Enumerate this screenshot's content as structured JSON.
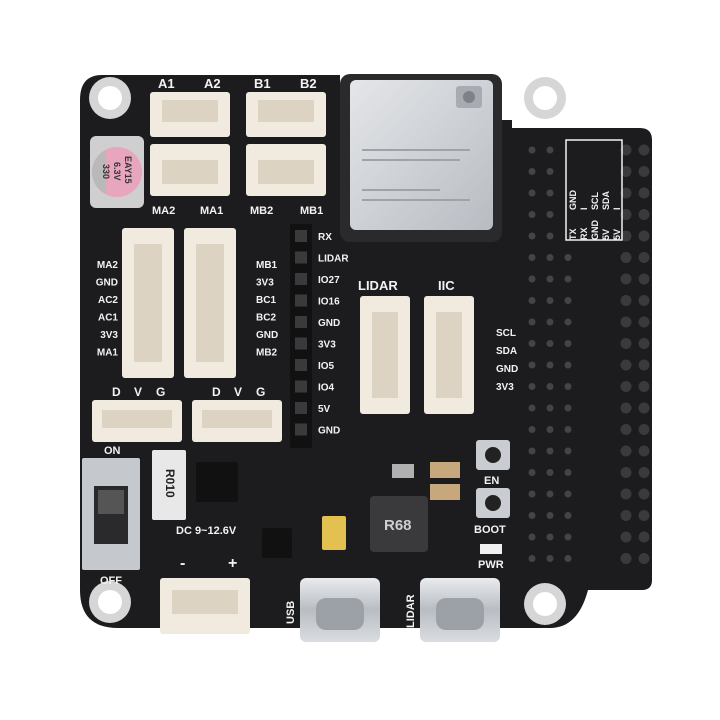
{
  "board": {
    "colors": {
      "pcb": "#1c1c1e",
      "silk": "#f2f2f2",
      "connector": "#f1ebdf",
      "metal": "#c9ccd1",
      "module": "#cfd2d6",
      "cap": "#e7a6bd"
    },
    "motor_top": {
      "a1": "A1",
      "a2": "A2",
      "b1": "B1",
      "b2": "B2"
    },
    "motor_bottom": {
      "ma2": "MA2",
      "ma1": "MA1",
      "mb2": "MB2",
      "mb1": "MB1"
    },
    "capacitor": {
      "line1": "EAY15",
      "line2": "6.3V",
      "line3": "330"
    },
    "left_pins": [
      "MA2",
      "GND",
      "AC2",
      "AC1",
      "3V3",
      "MA1"
    ],
    "right_pins": [
      "MB1",
      "3V3",
      "BC1",
      "BC2",
      "GND",
      "MB2"
    ],
    "header_pins": [
      "RX",
      "LIDAR",
      "IO27",
      "IO16",
      "GND",
      "3V3",
      "IO5",
      "IO4",
      "5V",
      "GND"
    ],
    "lidar_label": "LIDAR",
    "iic_label": "IIC",
    "iic_pins": [
      "SCL",
      "SDA",
      "GND",
      "3V3"
    ],
    "servo_labels": {
      "d1": "D",
      "v1": "V",
      "g1": "G",
      "d2": "D",
      "v2": "V",
      "g2": "G"
    },
    "switch": {
      "on": "ON",
      "off": "OFF"
    },
    "resistor": "R010",
    "dc_label": "DC 9~12.6V",
    "polarity": {
      "minus": "-",
      "plus": "+"
    },
    "inductor": "R68",
    "buttons": {
      "en": "EN",
      "boot": "BOOT"
    },
    "pwr_label": "PWR",
    "usb_labels": {
      "usb": "USB",
      "lidar": "LIDAR"
    },
    "gpio_table": {
      "row1": [
        "GND",
        "I",
        "SCL",
        "SDA",
        "I"
      ],
      "row2": [
        "TX",
        "RX",
        "GND",
        "5V",
        "5V"
      ]
    }
  }
}
